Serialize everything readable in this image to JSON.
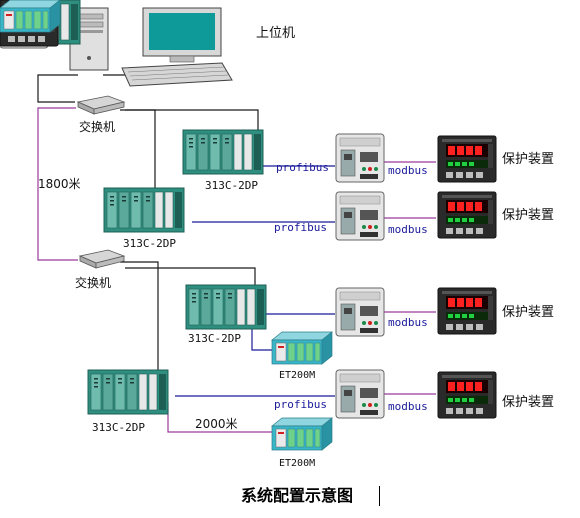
{
  "labels": {
    "host": "上位机",
    "switch": "交换机",
    "cpu": "313C-2DP",
    "profibus": "profibus",
    "modbus": "modbus",
    "protection": "保护装置",
    "et200m": "ET200M",
    "dist_1800": "1800米",
    "dist_2000": "2000米",
    "caption": "系统配置示意图"
  },
  "colors": {
    "plc_green": "#2e8f80",
    "plc_dark": "#1e5f55",
    "wire_black": "#1a1a1a",
    "wire_purple": "#9a3a9a",
    "wire_blue": "#1a1a9a",
    "meter_body": "#2a2a2a",
    "led_red": "#ff2020",
    "et_cyan": "#39b6c8"
  },
  "icons": [
    "desktop-computer-icon",
    "network-switch-icon",
    "plc-rack-icon",
    "gateway-module-icon",
    "protection-meter-icon",
    "et200m-module-icon"
  ]
}
